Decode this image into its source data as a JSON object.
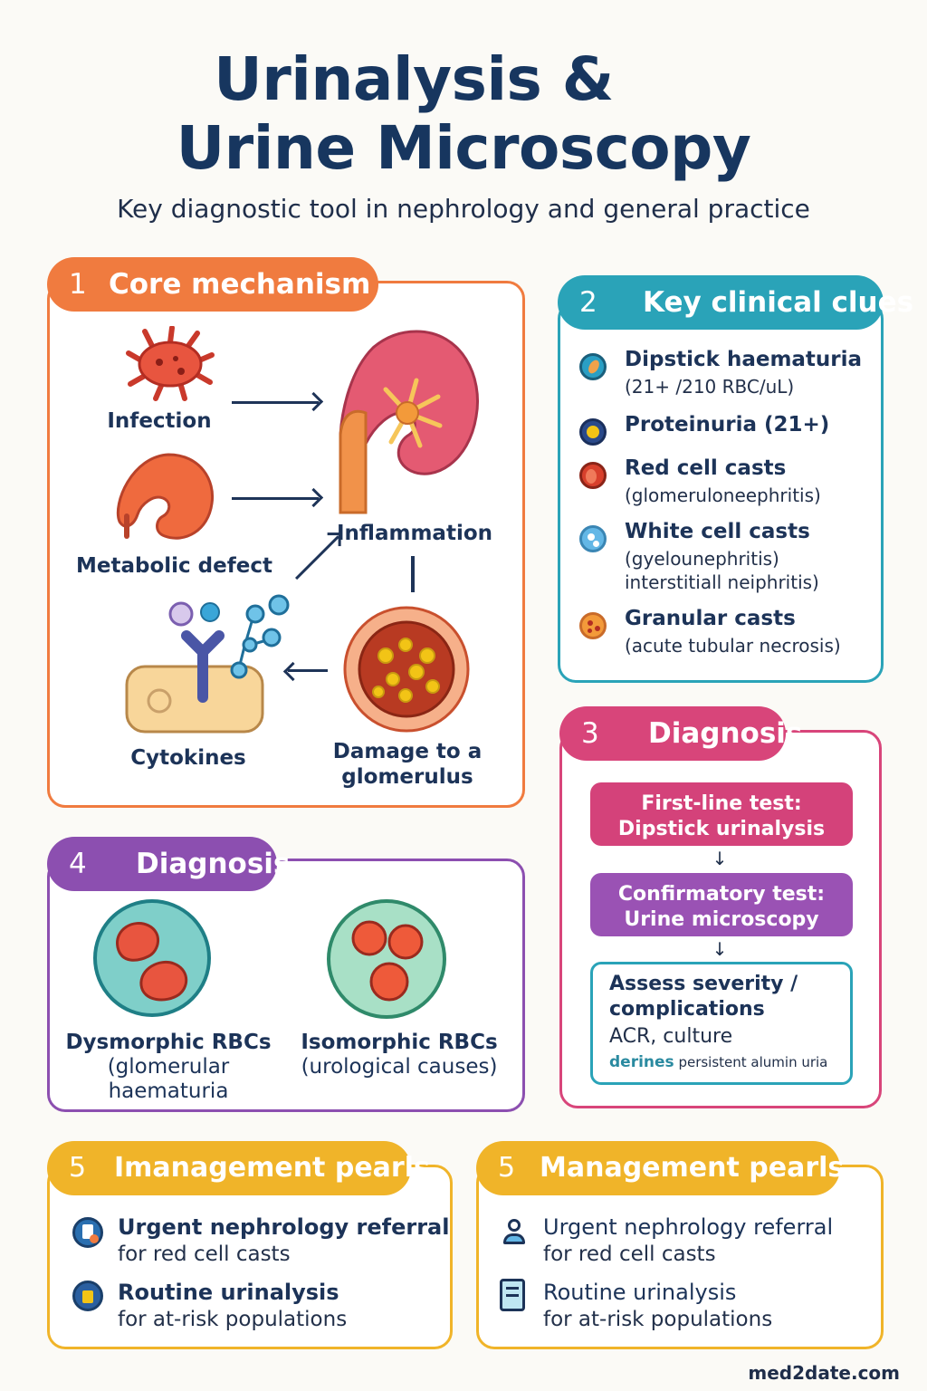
{
  "title_line1": "Urinalysis &",
  "title_line2": "Urine Microscopy",
  "subtitle": "Key diagnostic tool in nephrology and general practice",
  "panel1": {
    "num": "1",
    "title": "Core mechanism",
    "color": "#f07b3f",
    "labels": {
      "infection": "Infection",
      "metabolic": "Metabolic defect",
      "inflammation": "Inflammation",
      "cytokines": "Cytokines",
      "damage_line1": "Damage to a",
      "damage_line2": "glomerulus"
    }
  },
  "panel2": {
    "num": "2",
    "title": "Key clinical clues",
    "color": "#2aa3b8",
    "items": [
      {
        "heading": "Dipstick haematuria",
        "sub1": "(21+ /210 RBC/uL)",
        "sub2": "",
        "icon": "cell-icon",
        "color": "#2a9fc4"
      },
      {
        "heading": "Proteinuria (21+)",
        "sub1": "",
        "sub2": "",
        "icon": "protein-icon",
        "color": "#f2c416"
      },
      {
        "heading": "Red cell casts",
        "sub1": "(glomeruloneephritis)",
        "sub2": "",
        "icon": "red-cell-icon",
        "color": "#d8402c"
      },
      {
        "heading": "White cell casts",
        "sub1": "(gyelounephritis)",
        "sub2": "interstitiall neiphritis)",
        "icon": "white-cell-icon",
        "color": "#63b7e6"
      },
      {
        "heading": "Granular casts",
        "sub1": "(acute tubular necrosis)",
        "sub2": "",
        "icon": "granular-icon",
        "color": "#f39a3a"
      }
    ]
  },
  "panel3": {
    "num": "3",
    "title": "Diagnosis",
    "color": "#d8457a",
    "step1_line1": "First-line test:",
    "step1_line2": "Dipstick urinalysis",
    "step2_line1": "Confirmatory test:",
    "step2_line2": "Urine microscopy",
    "step3_line1": "Assess severity /",
    "step3_line2": "complications",
    "step3_line3": "ACR, culture",
    "step3_bold": "derines",
    "step3_rest": " persistent alumin uria"
  },
  "panel4": {
    "num": "4",
    "title": "Diagnosis",
    "color": "#8c4fb0",
    "dys_line1": "Dysmorphic RBCs",
    "dys_line2": "(glomerular",
    "dys_line3": "haematuria",
    "iso_line1": "Isomorphic RBCs",
    "iso_line2": "(urological causes)"
  },
  "panel5a": {
    "num": "5",
    "title": "Imanagement pearls",
    "color": "#f0b429",
    "p1_h": "Urgent nephrology referral",
    "p1_s": "for red cell casts",
    "p2_h": "Routine urinalysis",
    "p2_s": "for at-risk populations"
  },
  "panel5b": {
    "num": "5",
    "title": "Management pearls",
    "color": "#f0b429",
    "p1_h": "Urgent nephrology referral",
    "p1_s": "for red cell casts",
    "p2_h": "Routine urinalysis",
    "p2_s": "for at-risk populations"
  },
  "footer": "med2date.com"
}
